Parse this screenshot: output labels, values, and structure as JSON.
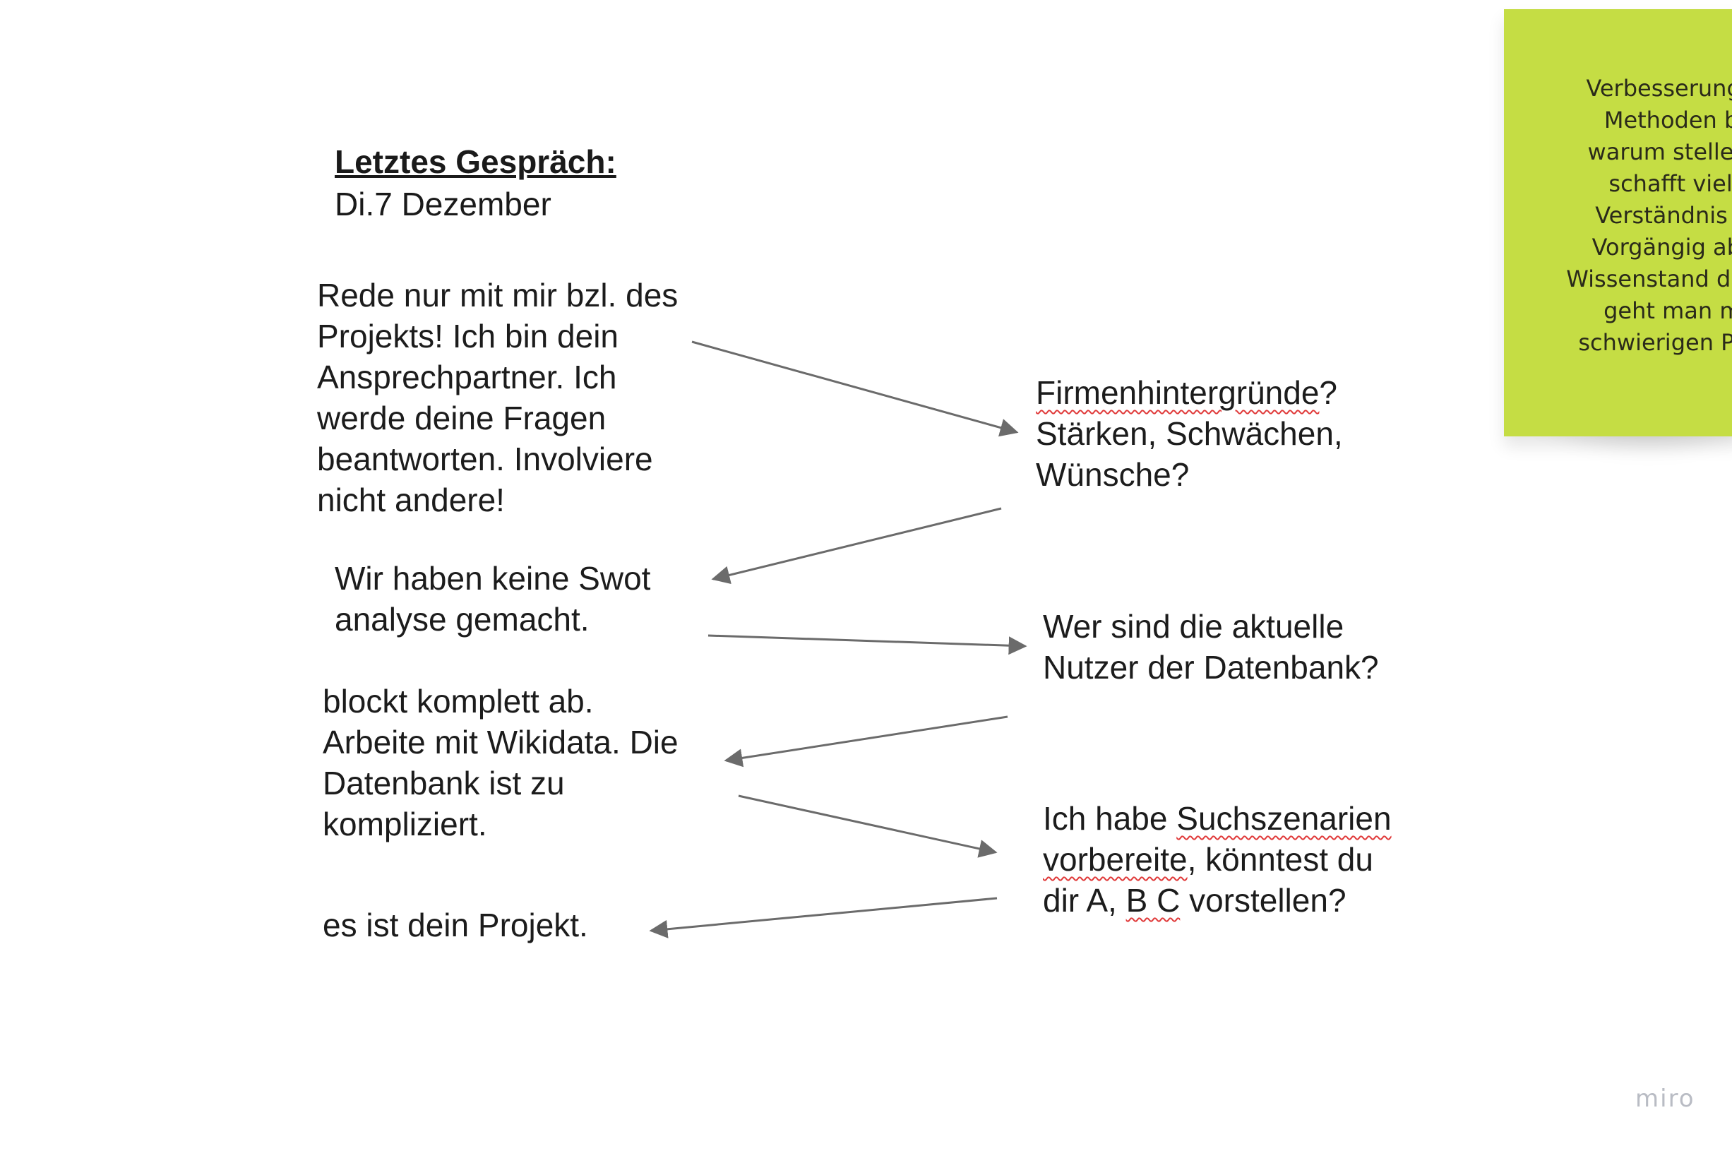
{
  "heading": {
    "title": "Letztes Gespräch:",
    "date": "Di.7 Dezember"
  },
  "left_notes": [
    "Rede nur mit mir bzl. des\nProjekts! Ich bin dein\nAnsprechpartner. Ich\nwerde deine Fragen\nbeantworten. Involviere\nnicht andere!",
    "Wir haben keine Swot\nanalyse gemacht.",
    "blockt komplett ab.\nArbeite mit Wikidata. Die\nDatenbank ist zu\nkompliziert.",
    "es ist dein Projekt."
  ],
  "right_notes": {
    "q1": {
      "word1": "Firmenhintergründe",
      "rest": "?\nStärken, Schwächen,\nWünsche?"
    },
    "q2": "Wer sind die aktuelle\nNutzer der Datenbank?",
    "q3": {
      "w1": "Ich habe ",
      "w2": "Suchszenarien",
      "w3": "vorbereite",
      "w4": ", könntest du\ndir A, ",
      "w5": "B C",
      "w6": " vorstellen?"
    }
  },
  "sticky_note": {
    "color": "#c5dd44",
    "text": "Verbesserungsfähig:\nMethoden besser\nwarum stelle ich die\nschafft vielleicht\nVerständnis für die\nVorgängig abklären\nWissenstand der Person\ngeht man mit am\nschwierigen Personen"
  },
  "brand": "miro",
  "colors": {
    "arrow": "#6b6b6b",
    "spellcheck": "#e03a3a"
  }
}
